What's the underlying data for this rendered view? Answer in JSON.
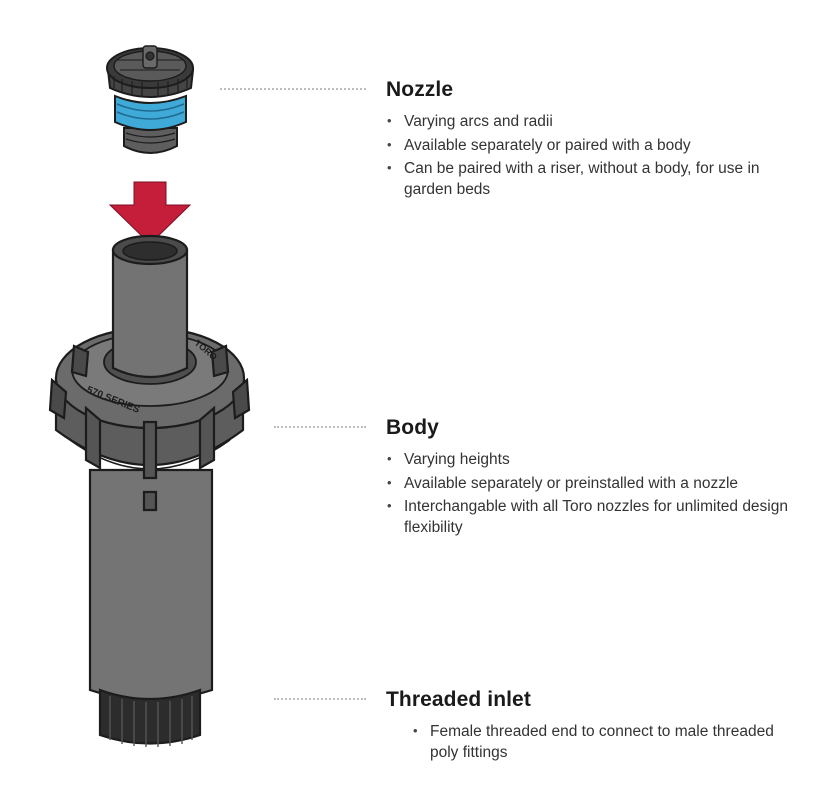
{
  "callouts": {
    "nozzle": {
      "title": "Nozzle",
      "items": [
        "Varying arcs and radii",
        "Available separately or paired with a body",
        "Can be paired with a riser, without a body, for use in garden beds"
      ]
    },
    "body": {
      "title": "Body",
      "items": [
        "Varying heights",
        "Available separately or preinstalled with a nozzle",
        "Interchangable with all Toro nozzles for unlimited design flexibility"
      ]
    },
    "inlet": {
      "title": "Threaded inlet",
      "items": [
        "Female threaded end to connect to male threaded poly fittings"
      ]
    }
  },
  "illustration": {
    "cap_label": "570 SERIES",
    "cap_logo": "TORO",
    "colors": {
      "body_gray": "#6f6f6f",
      "outline": "#1c1c1c",
      "arrow_red": "#c41e3a",
      "nozzle_blue": "#3fa9d8",
      "leader_gray": "#bdbdbd"
    }
  }
}
